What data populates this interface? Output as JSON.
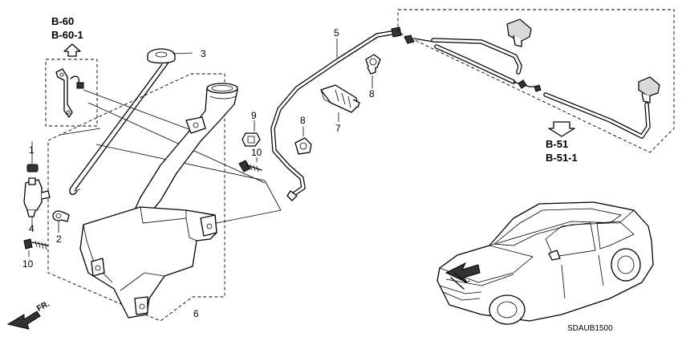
{
  "callouts": [
    "1",
    "2",
    "3",
    "4",
    "5",
    "6",
    "7",
    "8",
    "8",
    "9",
    "10",
    "10"
  ],
  "references": {
    "upper_left": [
      "B-60",
      "B-60-1"
    ],
    "right": [
      "B-51",
      "B-51-1"
    ]
  },
  "front_marker": "FR.",
  "diagram_code": "SDAUB1500"
}
